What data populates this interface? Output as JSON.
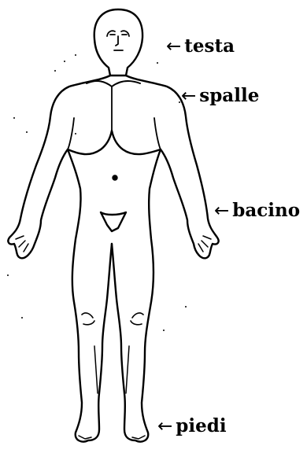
{
  "labels": {
    "head": {
      "arrow": "←",
      "text": "testa"
    },
    "shoulders": {
      "arrow": "←",
      "text": "spalle"
    },
    "pelvis": {
      "arrow": "←",
      "text": "bacino"
    },
    "feet": {
      "arrow": "←",
      "text": "piedi"
    }
  },
  "colors": {
    "ink": "#000000",
    "background": "#ffffff"
  }
}
